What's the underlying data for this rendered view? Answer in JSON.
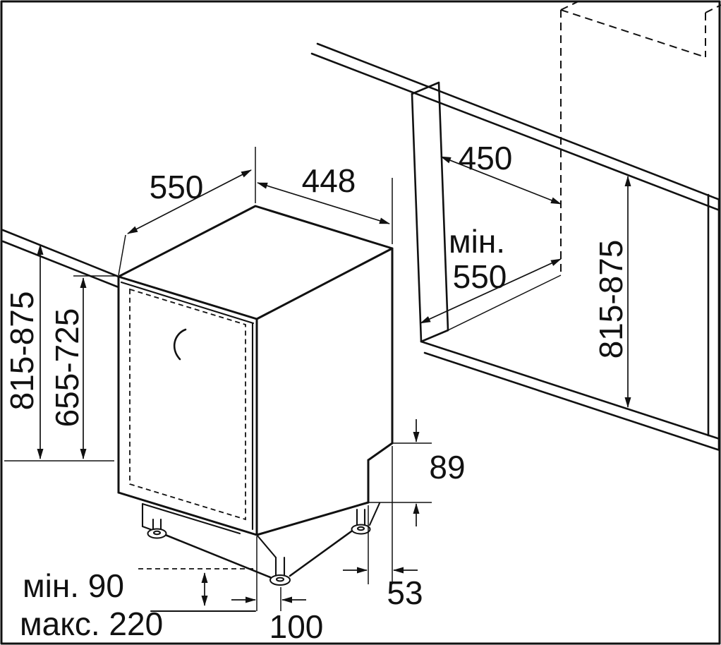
{
  "diagram": {
    "type": "installation-dimension-drawing",
    "background": "#ffffff",
    "line_color": "#111111",
    "appliance": {
      "depth_label": "550",
      "width_label": "448",
      "height_label": "815-875",
      "front_panel_height_label": "655-725",
      "rear_step_label": "89",
      "front_offset_label": "53",
      "foot_inset_label": "100",
      "plinth_min_label": "мін. 90",
      "plinth_max_label": "макс. 220"
    },
    "niche": {
      "width_label": "450",
      "depth_min_line1": "мін.",
      "depth_min_line2": "550",
      "height_label": "815-875"
    }
  }
}
